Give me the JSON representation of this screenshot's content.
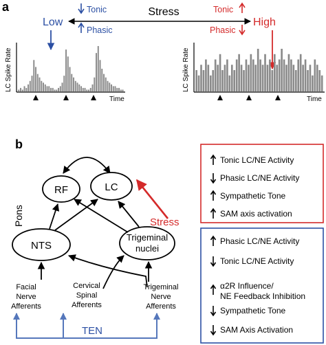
{
  "panel_a": {
    "label": "a",
    "stress_label": "Stress",
    "low_label": "Low",
    "high_label": "High",
    "low_tonic": "Tonic",
    "low_phasic": "Phasic",
    "high_tonic": "Tonic",
    "high_phasic": "Phasic",
    "y_label": "LC Spike Rate",
    "x_label": "Time",
    "colors": {
      "low": "#2b4fa3",
      "high": "#d42a2a",
      "bars": "#8a8a8a"
    },
    "low_trace": [
      1,
      2,
      1,
      3,
      2,
      4,
      6,
      9,
      18,
      14,
      10,
      8,
      6,
      5,
      4,
      3,
      3,
      2,
      2,
      1,
      1,
      2,
      3,
      5,
      9,
      24,
      20,
      14,
      10,
      8,
      6,
      5,
      4,
      3,
      2,
      2,
      1,
      1,
      2,
      4,
      8,
      22,
      26,
      18,
      13,
      10,
      8,
      6,
      5,
      4,
      3,
      3,
      2,
      2,
      1,
      1
    ],
    "high_trace": [
      4,
      3,
      5,
      4,
      6,
      5,
      3,
      4,
      6,
      5,
      7,
      4,
      5,
      6,
      3,
      5,
      4,
      6,
      7,
      5,
      4,
      6,
      5,
      7,
      6,
      5,
      8,
      6,
      5,
      7,
      5,
      6,
      4,
      7,
      5,
      6,
      8,
      6,
      5,
      7,
      6,
      5,
      4,
      6,
      7,
      5,
      6,
      4,
      5,
      3,
      6,
      5,
      4,
      3
    ]
  },
  "panel_b": {
    "label": "b",
    "nodes": {
      "rf": "RF",
      "lc": "LC",
      "nts": "NTS",
      "trig_line1": "Trigeminal",
      "trig_line2": "nuclei"
    },
    "pons_label": "Pons",
    "stress_label": "Stress",
    "afferents": {
      "facial": [
        "Facial",
        "Nerve",
        "Afferents"
      ],
      "cervical": [
        "Cervical",
        "Spinal",
        "Afferents"
      ],
      "trigeminal": [
        "Trigeminal",
        "Nerve",
        "Afferents"
      ]
    },
    "ten_label": "TEN",
    "stress_effects": [
      {
        "dir": "up",
        "text": "Tonic LC/NE Activity"
      },
      {
        "dir": "down",
        "text": "Phasic LC/NE Activity"
      },
      {
        "dir": "up",
        "text": "Sympathetic Tone"
      },
      {
        "dir": "up",
        "text": "SAM axis activation"
      }
    ],
    "ten_effects": [
      {
        "dir": "up",
        "lines": [
          "Phasic LC/NE Activity"
        ]
      },
      {
        "dir": "down",
        "lines": [
          "Tonic LC/NE Activity"
        ]
      },
      {
        "dir": "up",
        "lines": [
          "α2R Influence/",
          "NE Feedback Inhibition"
        ]
      },
      {
        "dir": "down",
        "lines": [
          "Sympathetic Tone"
        ]
      },
      {
        "dir": "down",
        "lines": [
          "SAM Axis Activation"
        ]
      }
    ],
    "colors": {
      "stress_box": "#d42a2a",
      "ten_box": "#2b4fa3",
      "ten_arrows": "#5577bb"
    }
  }
}
